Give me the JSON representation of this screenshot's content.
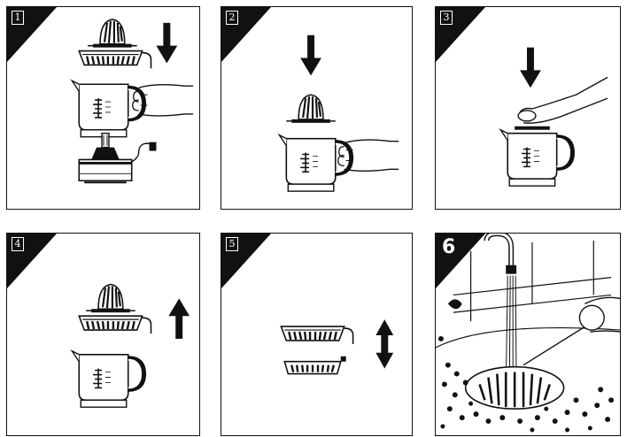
{
  "steps": [
    {
      "number": "1"
    },
    {
      "number": "2"
    },
    {
      "number": "3"
    },
    {
      "number": "4"
    },
    {
      "number": "5"
    },
    {
      "number": "6"
    }
  ],
  "colors": {
    "ink": "#111111",
    "paper": "#ffffff"
  }
}
